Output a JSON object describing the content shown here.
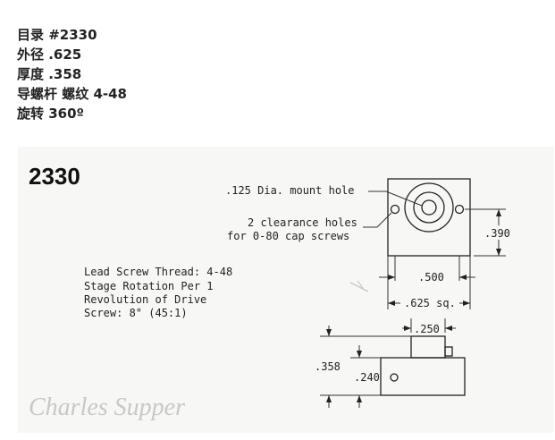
{
  "specs": {
    "catalog": "目录 #2330",
    "outer_diameter": "外径 .625",
    "thickness": "厚度 .358",
    "lead_screw": "导螺杆 螺纹 4-48",
    "rotation": "旋转 360º"
  },
  "drawing": {
    "part_number": "2330",
    "mount_hole_label": ".125 Dia. mount hole",
    "clearance_line1": "2 clearance holes",
    "clearance_line2": "for 0-80 cap screws",
    "dim_390": ".390",
    "dim_500": ".500",
    "dim_625": ".625 sq.",
    "dim_250": ".250",
    "dim_358": ".358",
    "dim_240": ".240",
    "note_line1": "Lead Screw Thread:  4-48",
    "note_line2": "Stage Rotation Per 1",
    "note_line3": "Revolution of Drive",
    "note_line4": "Screw:  8°  (45:1)",
    "watermark": "Charles Supper"
  }
}
